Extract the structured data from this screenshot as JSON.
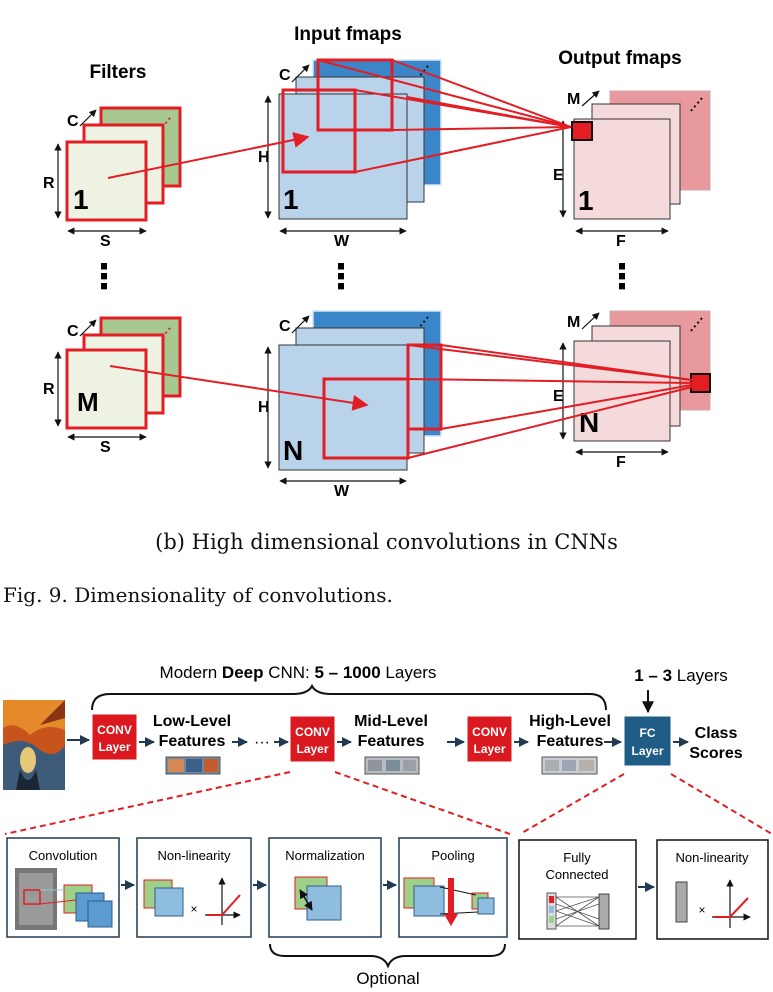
{
  "top_panel": {
    "filters_title": "Filters",
    "input_title": "Input fmaps",
    "output_title": "Output fmaps",
    "labels": {
      "C": "C",
      "R": "R",
      "S": "S",
      "H": "H",
      "W": "W",
      "M": "M",
      "E": "E",
      "F": "F",
      "N": "N"
    },
    "index_one": "1",
    "index_m": "M",
    "index_n": "N",
    "ellipsis": "⋮"
  },
  "caption_b": "(b) High dimensional convolutions in CNNs",
  "fig9_caption": "Fig. 9.   Dimensionality of convolutions.",
  "bottom_panel": {
    "brace_label": {
      "prefix": "Modern ",
      "bold1": "Deep",
      "mid": " CNN: ",
      "bold2": "5 – 1000",
      "suffix": " Layers"
    },
    "fc_count": {
      "bold": "1 – 3",
      "suffix": " Layers"
    },
    "conv_label_1": "CONV",
    "conv_label_2": "Layer",
    "fc_label_1": "FC",
    "fc_label_2": "Layer",
    "features": [
      {
        "line1": "Low-Level",
        "line2": "Features"
      },
      {
        "line1": "Mid-Level",
        "line2": "Features"
      },
      {
        "line1": "High-Level",
        "line2": "Features"
      }
    ],
    "class_scores": {
      "line1": "Class",
      "line2": "Scores"
    },
    "ellipsis_dots": "···",
    "stage_boxes": [
      "Convolution",
      "Non-linearity",
      "Normalization",
      "Pooling"
    ],
    "fc_boxes": {
      "fully_line1": "Fully",
      "fully_line2": "Connected",
      "nonlin": "Non-linearity"
    },
    "times": "×",
    "optional": "Optional"
  },
  "colors": {
    "red": "#e21d24",
    "filter_green": "#a7c891",
    "filter_front": "#eef2e2",
    "input_blue": "#3a86c8",
    "input_light": "#b9d3ea",
    "output_pink": "#e7999d",
    "output_light": "#f5dadb",
    "conv_red": "#d9191f",
    "fc_blue": "#1f5d86"
  }
}
